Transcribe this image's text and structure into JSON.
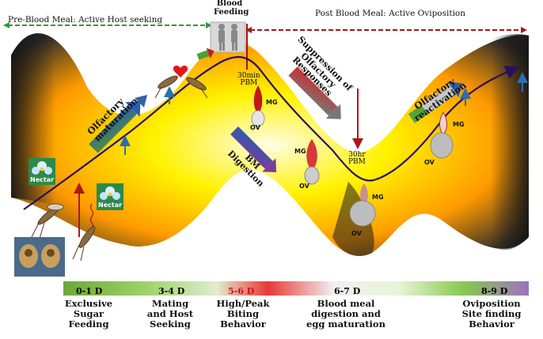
{
  "phases": {
    "pre": "Pre-Blood Meal: Active Host seeking",
    "feeding": [
      "Blood",
      "Feeding"
    ],
    "post": "Post Blood Meal: Active Oviposition"
  },
  "annotations": {
    "olfactory_maturation": [
      "Olfactory",
      "maturation"
    ],
    "pbm30": [
      "30min",
      "PBM"
    ],
    "bm_digestion": [
      "BM",
      "Digestion"
    ],
    "suppression": [
      "Suppression of",
      "Olfactory",
      "Responses"
    ],
    "pbm30hr": [
      "30hr",
      "PBM"
    ],
    "reactivation": [
      "Olfactory",
      "reactivation"
    ],
    "nectar": "Nectar",
    "mg": "MG",
    "ov": "OV"
  },
  "timeline": {
    "days": [
      "0-1 D",
      "3-4 D",
      "5-6 D",
      "6-7 D",
      "8-9 D"
    ],
    "day_colors": [
      "#111111",
      "#111111",
      "#cc1111",
      "#111111",
      "#111111"
    ],
    "stages": [
      [
        "Exclusive",
        "Sugar",
        "Feeding"
      ],
      [
        "Mating",
        "and Host",
        "Seeking"
      ],
      [
        "High/Peak",
        "Biting",
        "Behavior"
      ],
      [
        "Blood meal",
        "digestion and",
        "egg maturation"
      ],
      [
        "Oviposition",
        "Site finding",
        "Behavior"
      ]
    ]
  },
  "colors": {
    "pre_arrow": "#2a9a3a",
    "post_arrow": "#a31616",
    "curve": "#2a1060",
    "band_core": "#fff200",
    "band_edge": "#ff8800",
    "band_dark": "#222222",
    "up_arrow": "#2a6fb0",
    "red_arrow": "#b01818"
  }
}
